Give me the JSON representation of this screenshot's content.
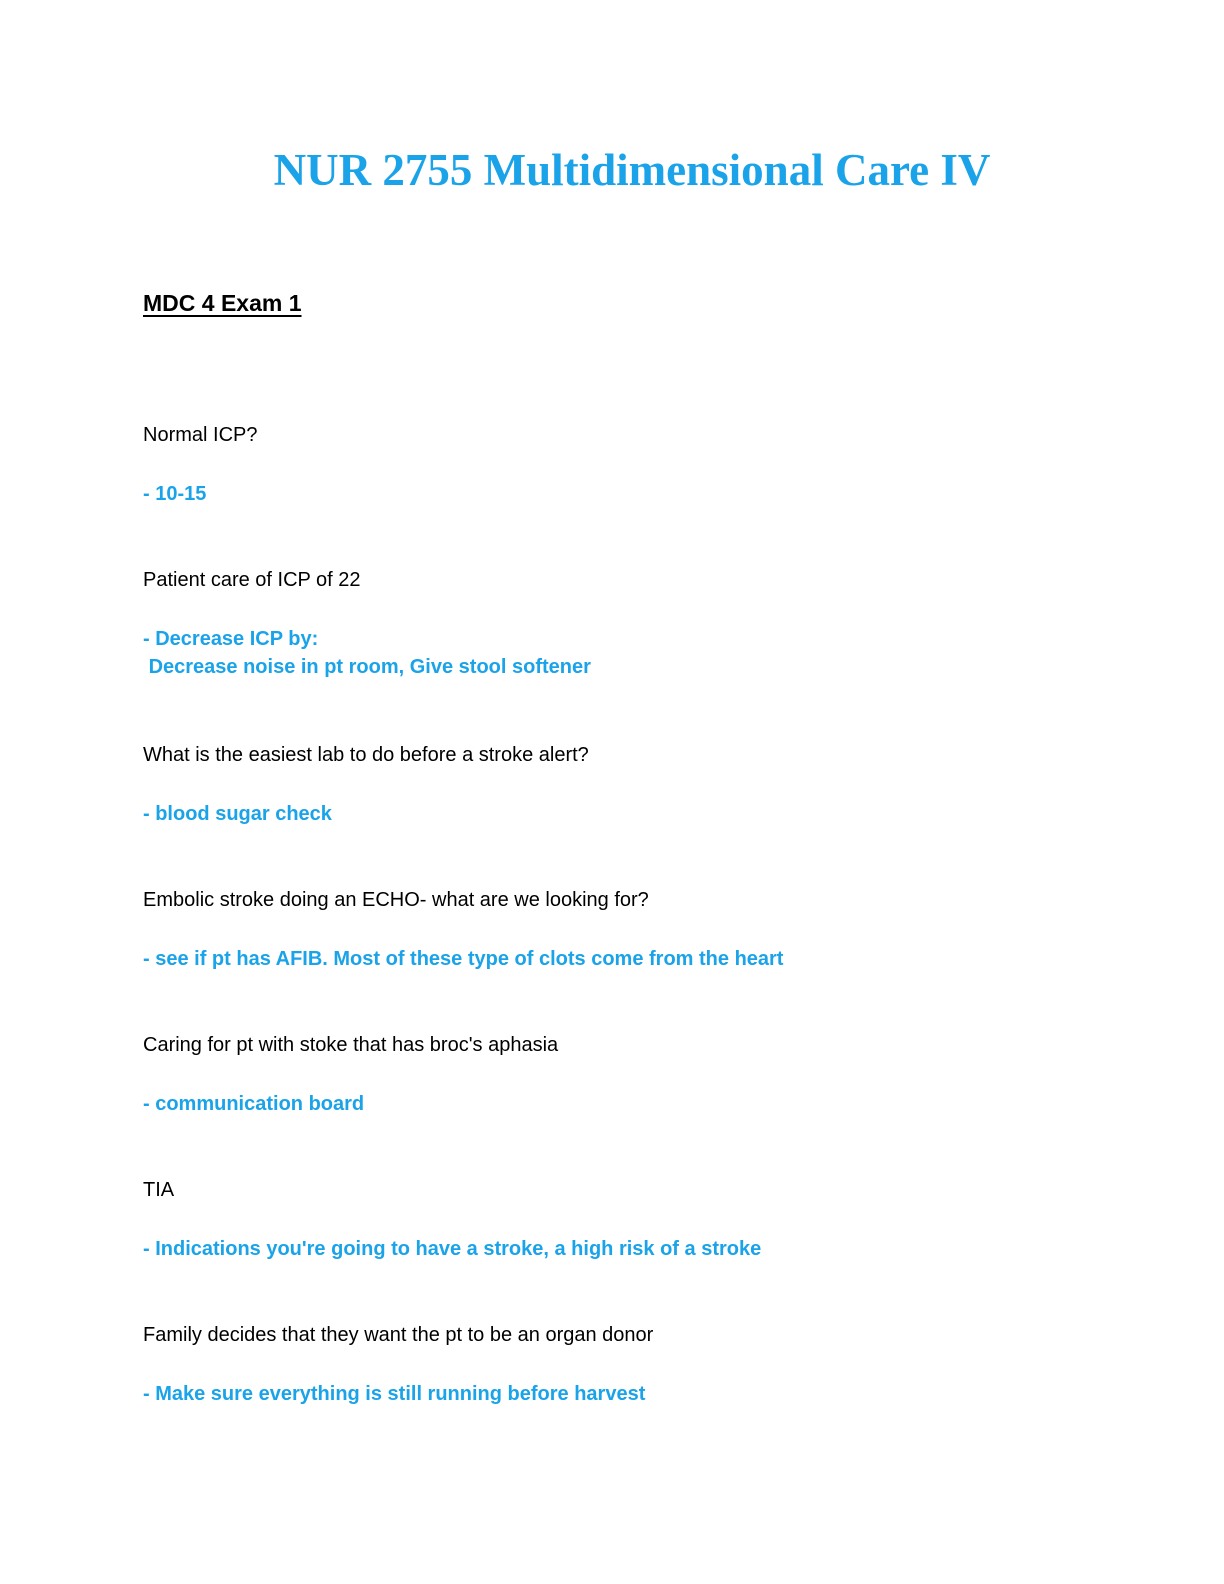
{
  "document": {
    "title": "NUR 2755 Multidimensional Care IV",
    "subtitle": "MDC 4 Exam 1",
    "accent_color": "#1aa3e8",
    "items": [
      {
        "question": "Normal ICP?",
        "answer": "- 10-15"
      },
      {
        "question": "Patient care of ICP of 22",
        "answer": "- Decrease ICP by:\n Decrease noise in pt room, Give stool softener"
      },
      {
        "question": "What is the easiest lab to do before a stroke alert?",
        "answer": "- blood sugar check"
      },
      {
        "question": "Embolic stroke doing an ECHO- what are we looking for?",
        "answer": "- see if pt has AFIB. Most of these type of clots come from the heart"
      },
      {
        "question": "Caring for pt with stoke that has broc's aphasia",
        "answer": "- communication board"
      },
      {
        "question": "TIA",
        "answer": "- Indications you're going to have a stroke, a high risk of a stroke"
      },
      {
        "question": "Family decides that they want the pt to be an organ donor",
        "answer": "- Make sure everything is still running before harvest"
      }
    ]
  }
}
